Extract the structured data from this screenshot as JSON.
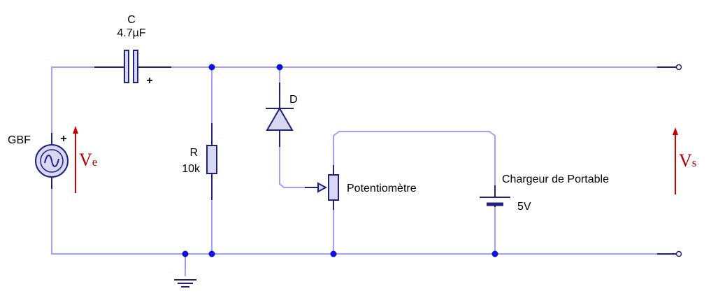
{
  "components": {
    "capacitor": {
      "name": "C",
      "value": "4.7µF",
      "polarity": "+"
    },
    "generator": {
      "name": "GBF",
      "polarity": "+"
    },
    "resistor": {
      "name": "R",
      "value": "10k"
    },
    "diode": {
      "name": "D"
    },
    "potentiometer": {
      "name": "Potentiomètre"
    },
    "battery": {
      "name": "Chargeur de Portable",
      "value": "5V"
    }
  },
  "voltages": {
    "input": {
      "symbol": "V",
      "sub": "e"
    },
    "output": {
      "symbol": "V",
      "sub": "s"
    }
  },
  "colors": {
    "wire": "#a0a0ff",
    "component_stroke": "#202080",
    "component_fill": "#d8d8f4",
    "node": "#1010e0",
    "voltage_arrow": "#cc0000"
  }
}
